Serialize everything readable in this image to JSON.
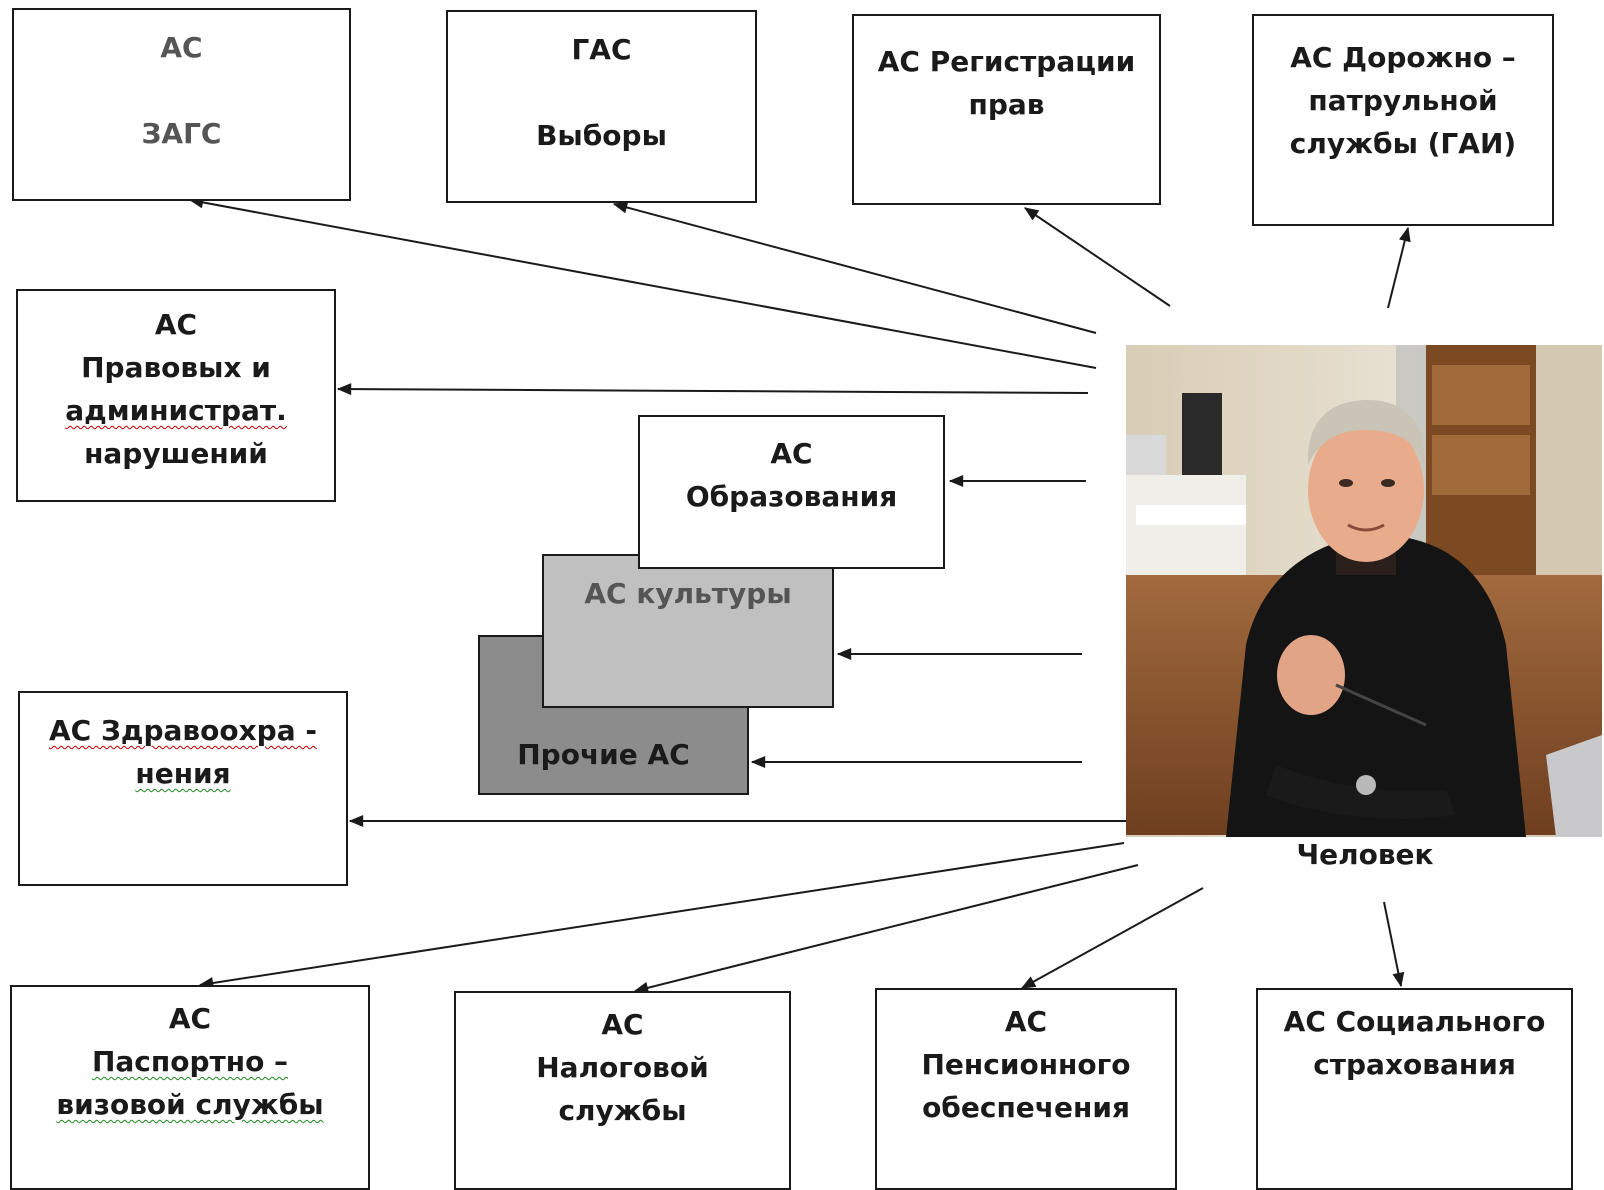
{
  "boxes": {
    "zags": [
      "АС",
      "ЗАГС"
    ],
    "elections": [
      "ГАС",
      "Выборы"
    ],
    "rights_registration": [
      "АС Регистрации",
      "прав"
    ],
    "road_patrol": [
      "АС Дорожно –",
      "патрульной",
      "службы (ГАИ)"
    ],
    "legal_admin": [
      "АС",
      "Правовых и",
      "администрат.",
      "нарушений"
    ],
    "education": [
      "АС",
      "Образования"
    ],
    "culture": [
      "АС культуры"
    ],
    "other": [
      "Прочие АС"
    ],
    "healthcare": [
      "АС Здравоохра -",
      "нения"
    ],
    "passport_visa": [
      "АС",
      "Паспортно –",
      "визовой службы"
    ],
    "tax": [
      "АС",
      "Налоговой",
      "службы"
    ],
    "pension": [
      "АС",
      "Пенсионного",
      "обеспечения"
    ],
    "social_insurance": [
      "АС Социального",
      "страхования"
    ]
  },
  "person_caption": "Человек",
  "colors": {
    "culture_fill": "#c0c0c0",
    "other_fill": "#8c8c8c",
    "border": "#1a1a1a",
    "arrow": "#1a1a1a",
    "spellcheck_red": "#c00000",
    "spellcheck_green": "#1e8a1e"
  }
}
